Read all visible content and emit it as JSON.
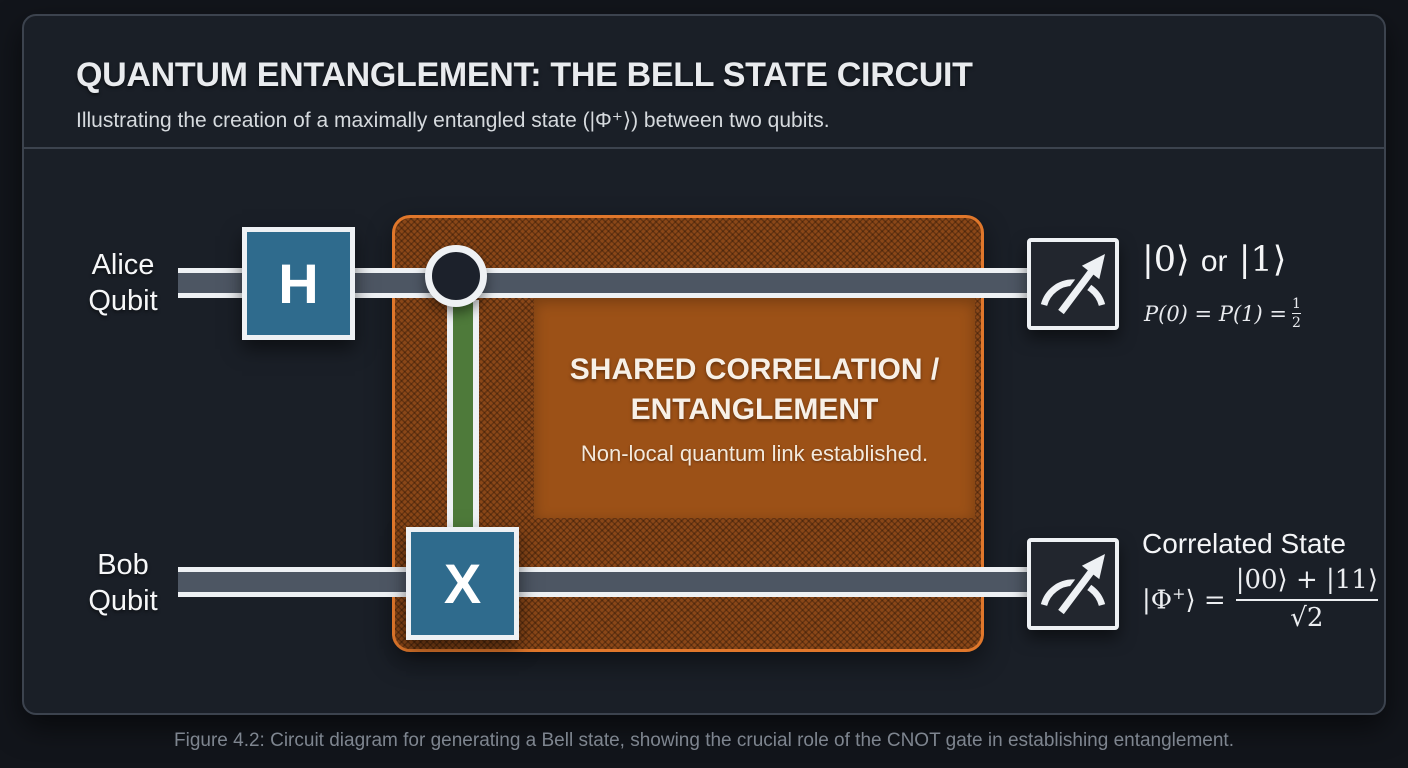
{
  "header": {
    "title": "QUANTUM ENTANGLEMENT: THE BELL STATE CIRCUIT",
    "subtitle": "Illustrating the creation of a maximally entangled state (|Φ⁺⟩) between two qubits."
  },
  "circuit": {
    "alice_label": {
      "line1": "Alice",
      "line2": "Qubit"
    },
    "bob_label": {
      "line1": "Bob",
      "line2": "Qubit"
    },
    "hadamard_label": "H",
    "cnot_target_label": "X",
    "entanglement": {
      "title": "SHARED CORRELATION / ENTANGLEMENT",
      "subtitle": "Non-local quantum link established."
    },
    "alice_output": {
      "ket0": "|0⟩",
      "conjunction": "or",
      "ket1": "|1⟩",
      "probability_prefix": "P(0) = P(1) = ",
      "probability_numerator": "1",
      "probability_denominator": "2"
    },
    "bob_output": {
      "title": "Correlated State",
      "state_lhs": "|Φ",
      "state_lhs_sup": "+",
      "state_lhs_close": "⟩ = ",
      "state_numerator": "|00⟩ + |11⟩",
      "state_denominator": "√2"
    },
    "icons": {
      "measurement": "measurement-gauge-icon"
    }
  },
  "caption": "Figure 4.2: Circuit diagram for generating a Bell state, showing the crucial role of the CNOT gate in establishing entanglement.",
  "colors": {
    "page_background": "#12151b",
    "card_background": "#1a1f27",
    "card_border": "#3c434e",
    "gate_fill": "#2f6b8d",
    "wire_gray": "#4d5663",
    "accent_white": "#eef1f4",
    "entanglement_fill": "#8a4718",
    "entanglement_border": "#e0772b",
    "entanglement_panel": "#9c5117",
    "connector_green": "#4e7a3a",
    "measurement_fill": "#22262e",
    "caption_gray": "#7e858f"
  }
}
